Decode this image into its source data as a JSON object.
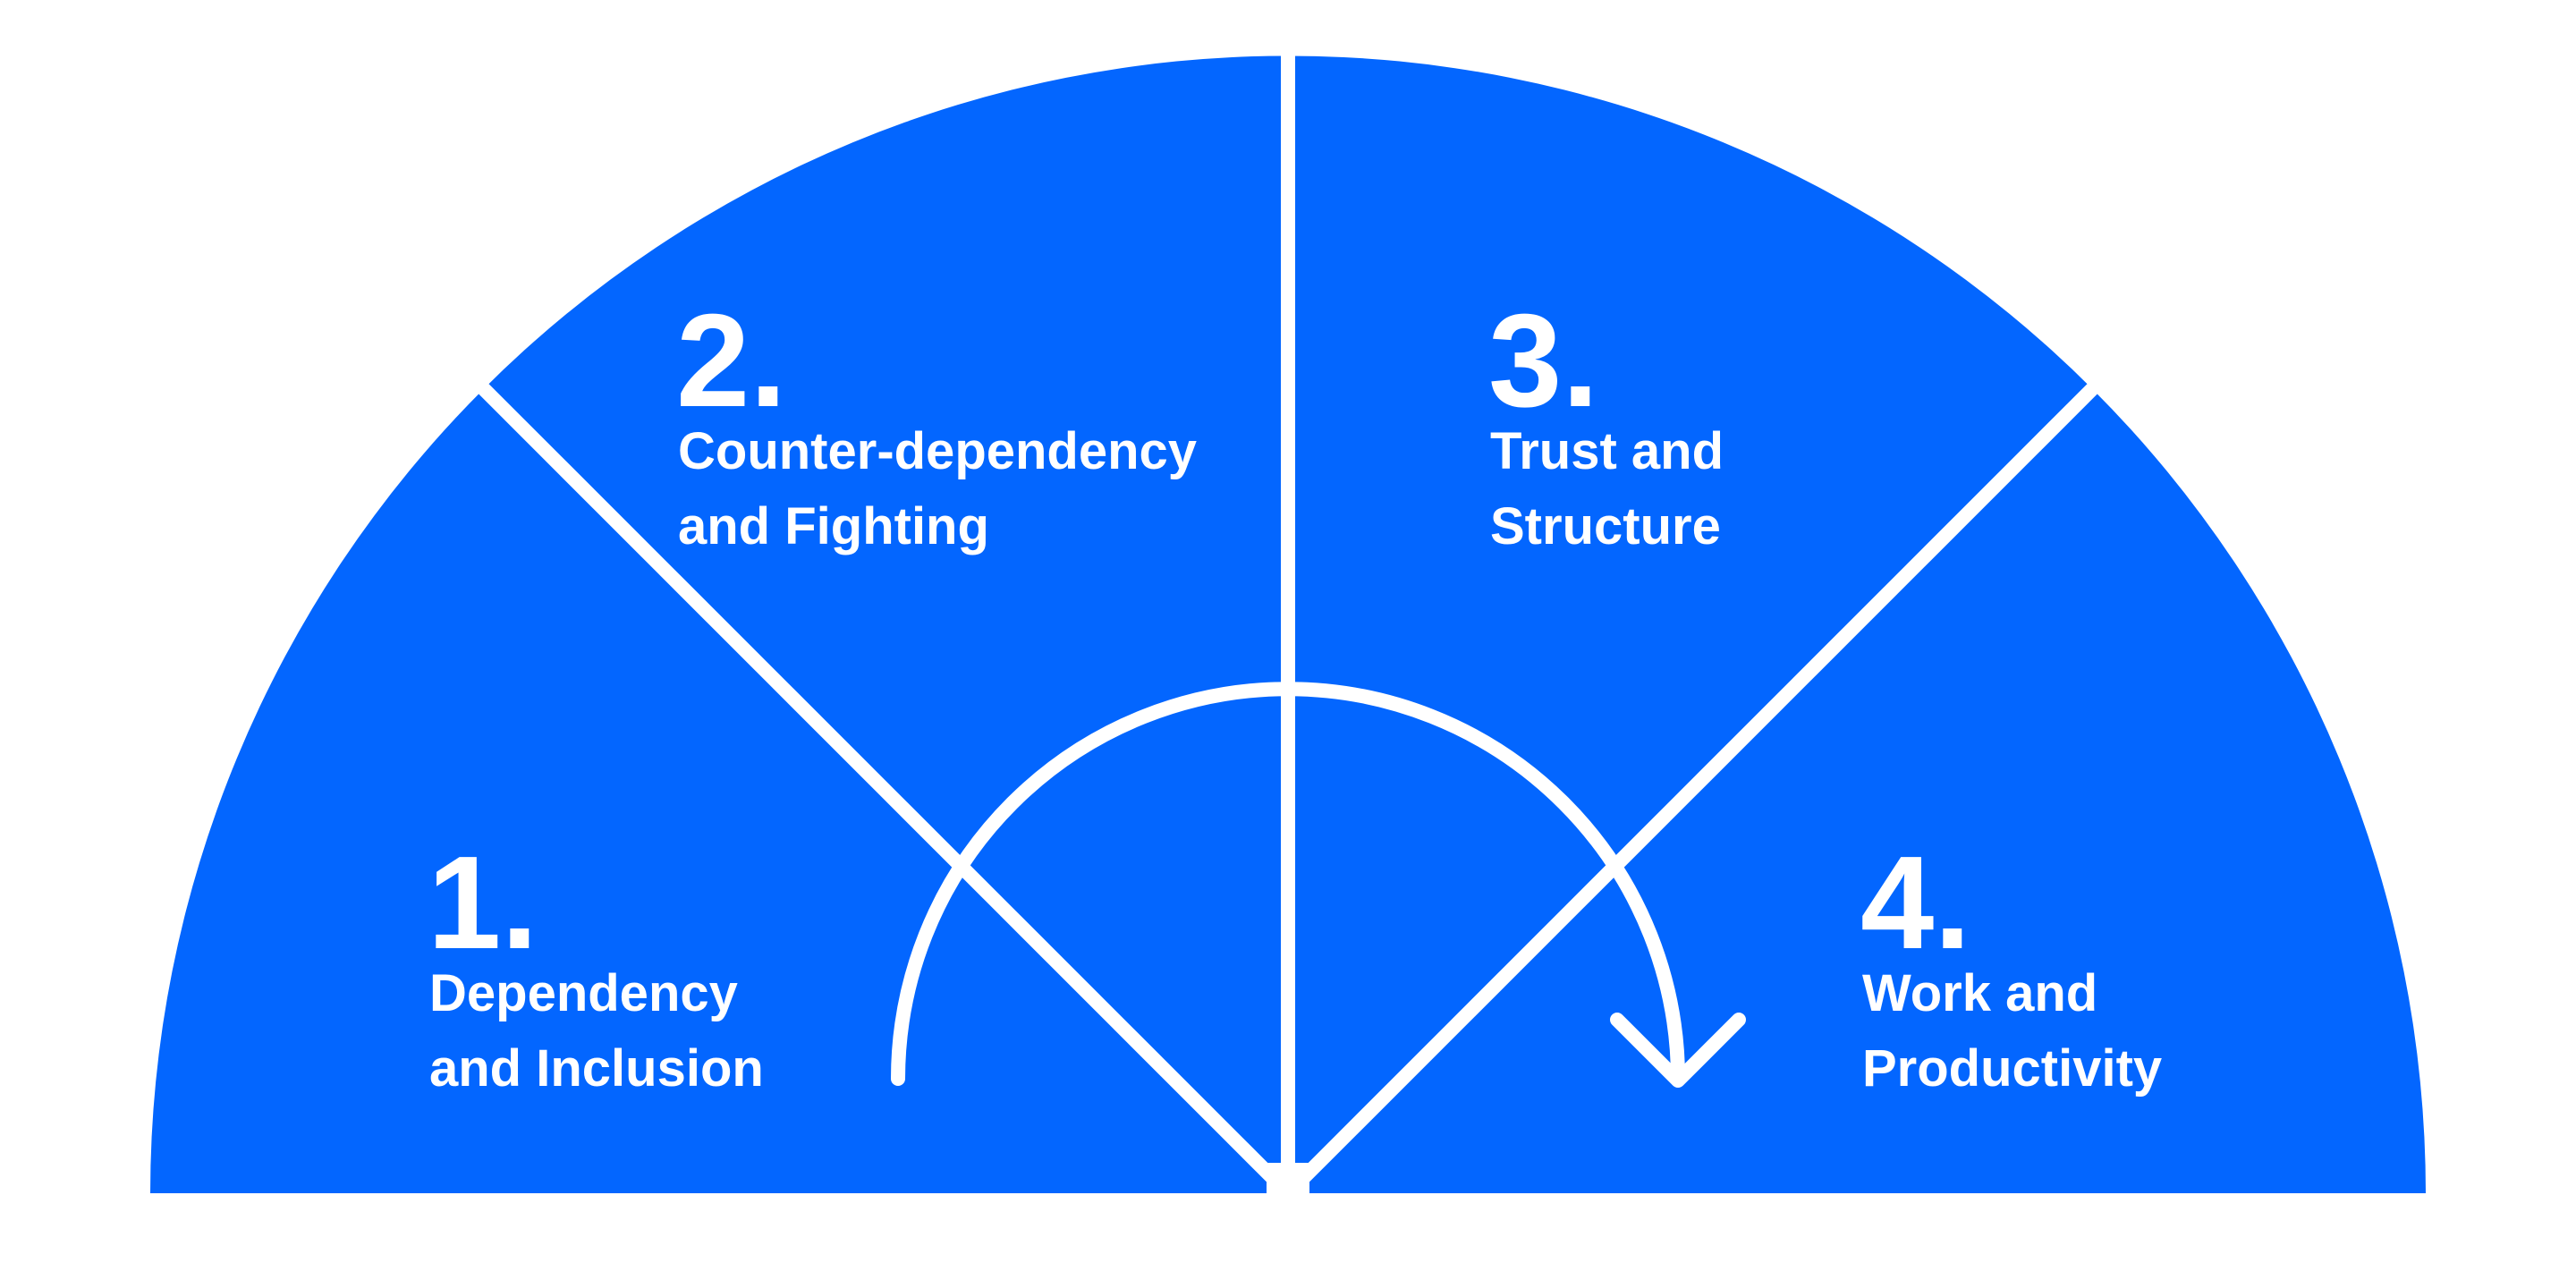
{
  "diagram": {
    "colors": {
      "fill": "#0366ff",
      "line": "#ffffff",
      "background": "#ffffff"
    },
    "stages": [
      {
        "number": "1.",
        "line1": "Dependency",
        "line2": "and Inclusion"
      },
      {
        "number": "2.",
        "line1": "Counter-dependency",
        "line2": "and Fighting"
      },
      {
        "number": "3.",
        "line1": "Trust and",
        "line2": "Structure"
      },
      {
        "number": "4.",
        "line1": "Work and",
        "line2": "Productivity"
      }
    ],
    "progress_arrow": "clockwise-arrow"
  }
}
